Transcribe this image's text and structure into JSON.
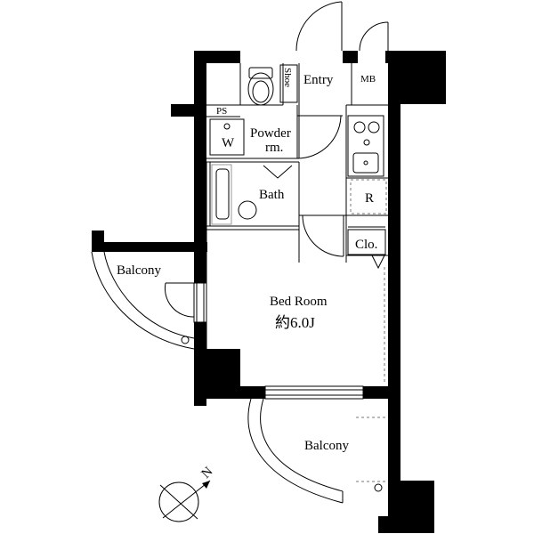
{
  "rooms": {
    "entry": "Entry",
    "mb": "MB",
    "shoe": "Shoe",
    "ps": "PS",
    "washer": "W",
    "powder": [
      "Powder",
      "rm."
    ],
    "bath": "Bath",
    "refrigerator": "R",
    "closet": "Clo.",
    "bedroom": "Bed Room",
    "bedroom_size": "約6.0J",
    "balcony_west": "Balcony",
    "balcony_south": "Balcony"
  },
  "compass": {
    "north_label": "N"
  },
  "colors": {
    "wall": "#000000",
    "background": "#ffffff",
    "fixture": "#9a9a9a"
  }
}
